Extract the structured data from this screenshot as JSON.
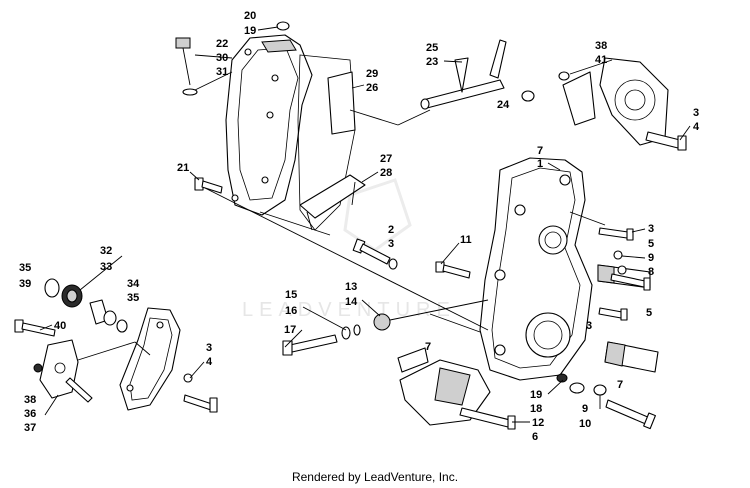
{
  "watermark": "LEADVENTURE",
  "footer_text": "Rendered by LeadVenture, Inc.",
  "callouts": [
    "20",
    "19",
    "22",
    "30",
    "31",
    "25",
    "23",
    "38",
    "41",
    "29",
    "26",
    "24",
    "3",
    "4",
    "21",
    "27",
    "28",
    "7",
    "1",
    "2",
    "3",
    "11",
    "3",
    "5",
    "9",
    "8",
    "32",
    "33",
    "35",
    "39",
    "34",
    "35",
    "15",
    "16",
    "13",
    "14",
    "5",
    "40",
    "17",
    "3",
    "7",
    "3",
    "4",
    "38",
    "36",
    "37",
    "19",
    "18",
    "7",
    "12",
    "9",
    "6",
    "10"
  ]
}
